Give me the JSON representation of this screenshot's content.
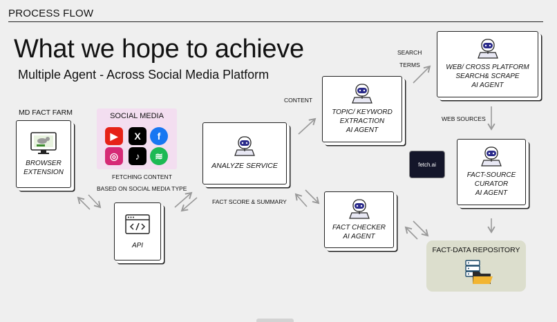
{
  "header": {
    "title": "PROCESS FLOW"
  },
  "title": "What we hope to achieve",
  "subtitle": "Multiple Agent - Across Social Media Platform",
  "labels": {
    "md_fact_farm": "MD FACT FARM",
    "social_media": "SOCIAL MEDIA",
    "fetching_content": "FETCHING CONTENT",
    "based_on_type": "BASED ON SOCIAL MEDIA TYPE",
    "fact_score": "FACT SCORE & SUMMARY",
    "content": "CONTENT",
    "search": "SEARCH",
    "terms": "TERMS",
    "web_sources": "WEB SOURCES"
  },
  "nodes": {
    "browser_extension": "BROWSER\nEXTENSION",
    "api": "API",
    "analyze_service": "ANALYZE SERVICE",
    "topic_agent": "TOPIC/ KEYWORD\nEXTRACTION\nAI AGENT",
    "web_agent": "WEB/ CROSS PLATFORM\nSEARCH& SCRAPE\nAI AGENT",
    "curator_agent": "FACT-SOURCE\nCURATOR\nAI AGENT",
    "checker_agent": "FACT CHECKER\nAI AGENT",
    "repository": "FACT-DATA REPOSITORY"
  },
  "fetch_badge": "fetch.ai",
  "social_icons": [
    {
      "name": "youtube",
      "color": "#e62117",
      "glyph": "▶"
    },
    {
      "name": "x",
      "color": "#000000",
      "glyph": "X"
    },
    {
      "name": "facebook",
      "color": "#1877f2",
      "glyph": "f"
    },
    {
      "name": "instagram",
      "color": "#d62976",
      "glyph": "◎"
    },
    {
      "name": "tiktok",
      "color": "#000000",
      "glyph": "♪"
    },
    {
      "name": "spotify",
      "color": "#1db954",
      "glyph": "≋"
    }
  ]
}
